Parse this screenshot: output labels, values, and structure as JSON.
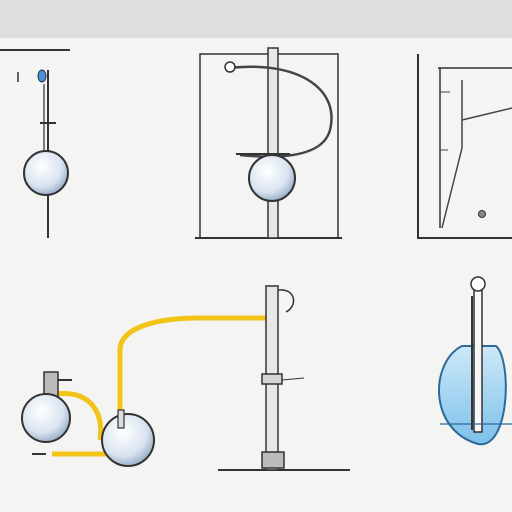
{
  "header": {
    "title": ""
  },
  "panels": [
    {
      "id": "top-left",
      "caption": ""
    },
    {
      "id": "top-middle",
      "caption": ""
    },
    {
      "id": "top-right",
      "caption": ""
    },
    {
      "id": "bottom-left",
      "caption": ""
    },
    {
      "id": "bottom-middle",
      "caption": "",
      "side_label": ""
    },
    {
      "id": "bottom-right",
      "caption": ""
    }
  ],
  "colors": {
    "background": "#f4f4f2",
    "header": "#dedede",
    "line": "#3a3a3a",
    "bulb_fill": "#d9e3f0",
    "tube_yellow": "#f2c418",
    "water_blue": "#9fd0ee",
    "marker_blue": "#4a90d9"
  }
}
